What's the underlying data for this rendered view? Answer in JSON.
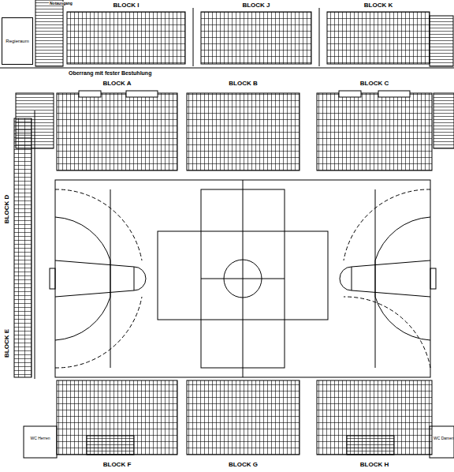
{
  "diagram": {
    "nodes": [
      {
        "text": [
          "Regieraum"
        ]
      },
      {
        "text": [
          "BLOCK I"
        ]
      },
      {
        "text": [
          "BLOCK J"
        ]
      },
      {
        "text": [
          "BLOCK K"
        ]
      },
      {
        "text": [
          "BLOCK A"
        ]
      },
      {
        "text": [
          "BLOCK B"
        ]
      },
      {
        "text": [
          "BLOCK C"
        ]
      },
      {
        "text": [
          "BLOCK D"
        ]
      },
      {
        "text": [
          "BLOCK E"
        ]
      },
      {
        "text": [
          "BLOCK F"
        ]
      },
      {
        "text": [
          "BLOCK G"
        ]
      },
      {
        "text": [
          "BLOCK H"
        ]
      },
      {
        "text": [
          "WC Herren"
        ]
      },
      {
        "text": [
          "WC Damen"
        ]
      }
    ],
    "labels": [
      "Notausgang",
      "Oberrang mit fester Bestuhlung"
    ]
  }
}
